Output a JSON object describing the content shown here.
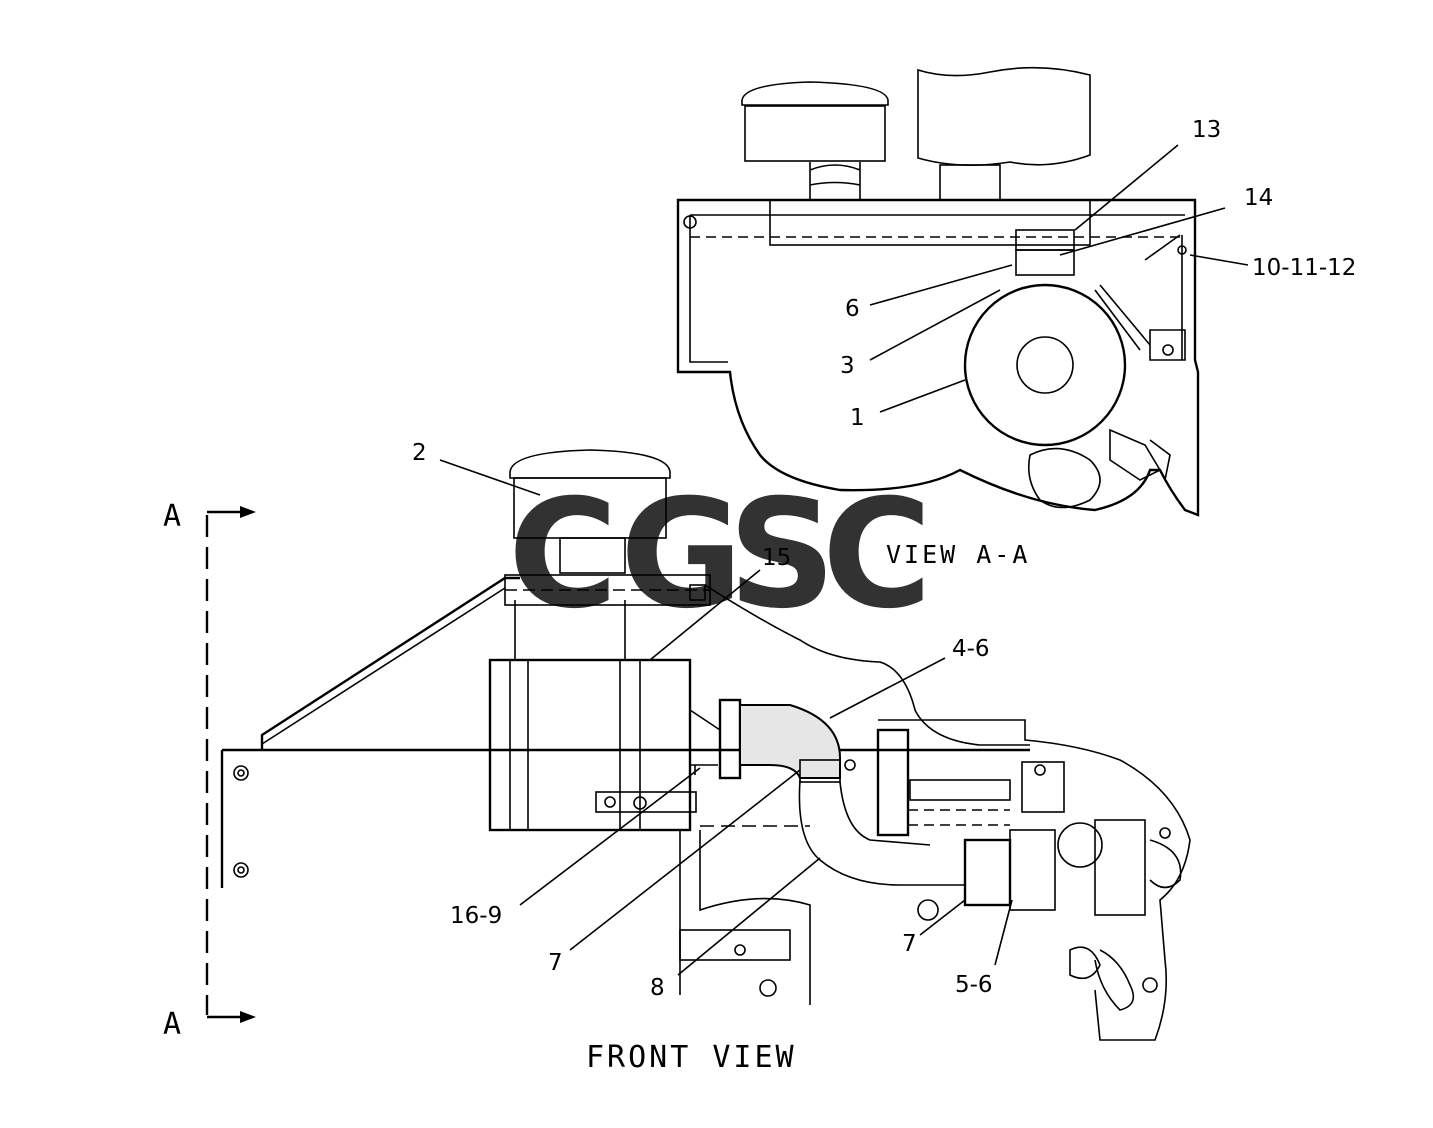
{
  "watermark": {
    "letters": [
      "C",
      "G",
      "S",
      "C"
    ],
    "colors": [
      "#4f86f0",
      "#e8554b",
      "#f5c518",
      "#2e9e68"
    ]
  },
  "views": {
    "view_aa_title": "VIEW A-A",
    "front_view_title": "FRONT VIEW",
    "section_marker_top": "A",
    "section_marker_bottom": "A"
  },
  "callouts": {
    "c13": "13",
    "c14": "14",
    "c10_11_12": "10-11-12",
    "c6": "6",
    "c3": "3",
    "c1": "1",
    "c2": "2",
    "c15": "15",
    "c4_6": "4-6",
    "c16_9": "16-9",
    "c7a": "7",
    "c7b": "7",
    "c8": "8",
    "c5_6": "5-6"
  }
}
